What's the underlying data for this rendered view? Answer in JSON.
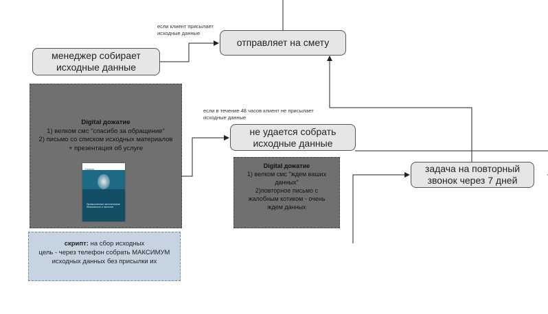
{
  "nodes": {
    "manager_collects": "менеджер собирает исходные данные",
    "sends_estimate": "отправляет на смету",
    "cannot_collect": "не удается собрать исходные данные",
    "callback_task": "задача на повторный звонок через 7 дней"
  },
  "notes": {
    "client_sends": "если клиент присылает исходные данные",
    "no_data_48h": "если в течение 48 часов клиент не присылает исходные данные"
  },
  "digital_box_1": {
    "title": "Digital дожатие",
    "line1": "1) велком смс \"спасибо за обращение\"",
    "line2": "2) письмо со списком исходных материалов  + презентация об услуге",
    "thumbnail": {
      "logo": "Группа",
      "title": "Промышленная экологическая безопасность и экология"
    }
  },
  "digital_box_2": {
    "title": "Digital дожатие",
    "line1": "1) велком смс \"ждем ваших данных\"",
    "line2": "2)повторное письмо с жалобным котиком - очень ждем данных"
  },
  "script_box": {
    "label": "скрипт:",
    "text1": " на сбор исходных",
    "text2": "цель - через телефон собрать МАКСИМУМ исходных данных без присылки их"
  },
  "colors": {
    "node_fill": "#e6e6e6",
    "digital_fill": "#707070",
    "script_fill": "#c6d3e0",
    "wire": "#222222"
  }
}
